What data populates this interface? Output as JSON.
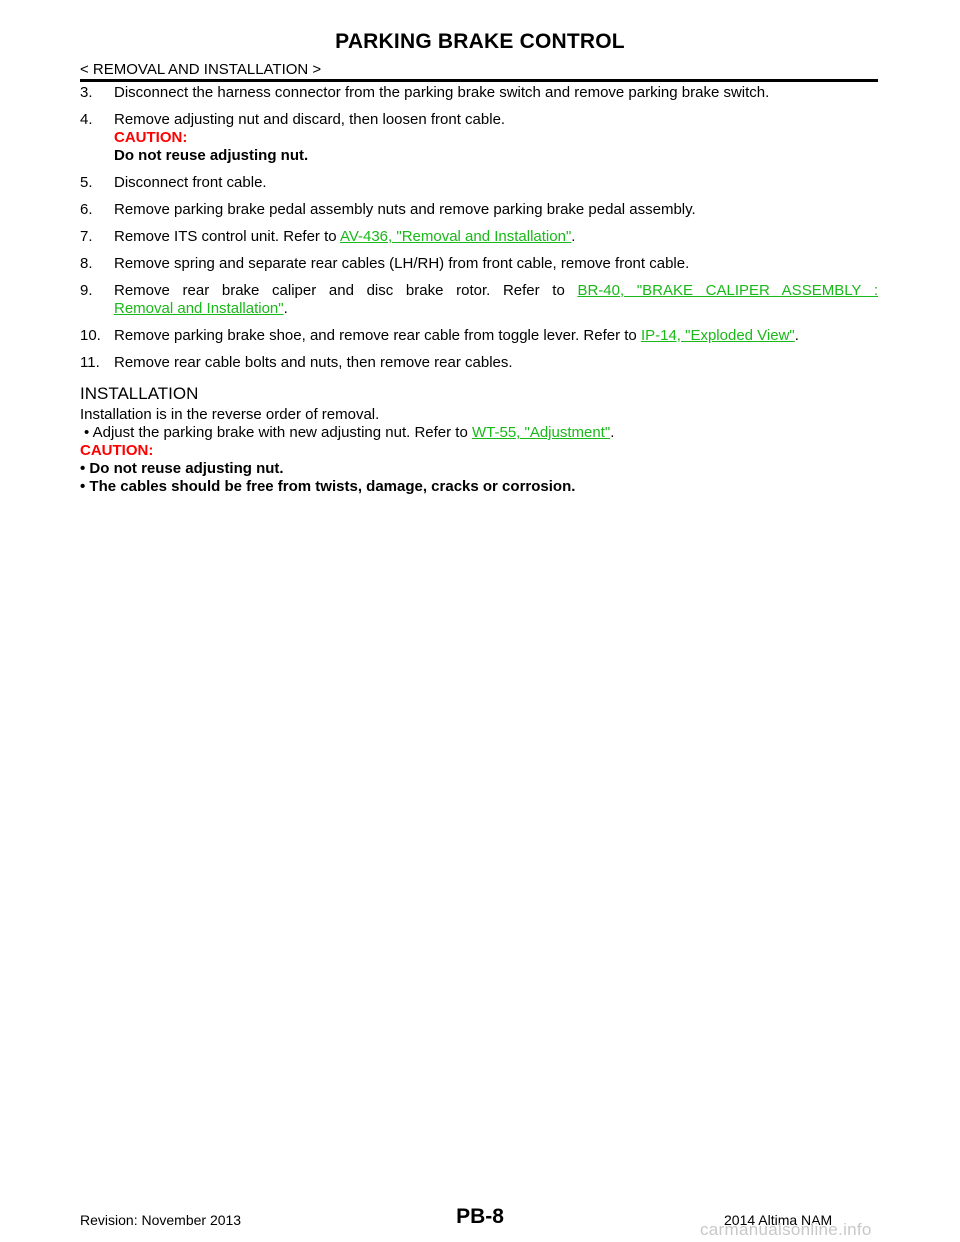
{
  "header": {
    "title": "PARKING BRAKE CONTROL",
    "breadcrumb": "< REMOVAL AND INSTALLATION >"
  },
  "removal_steps": [
    {
      "num": "3.",
      "text": "Disconnect the harness connector from the parking brake switch and remove parking brake switch."
    },
    {
      "num": "4.",
      "text": "Remove adjusting nut and discard, then loosen front cable.",
      "caution_label": "CAUTION:",
      "caution_text": "Do not reuse adjusting nut."
    },
    {
      "num": "5.",
      "text": "Disconnect front cable."
    },
    {
      "num": "6.",
      "text": "Remove parking brake pedal assembly nuts and remove parking brake pedal assembly."
    },
    {
      "num": "7.",
      "text": "Remove ITS control unit. Refer to ",
      "link": "AV-436, \"Removal and Installation\"",
      "after": "."
    },
    {
      "num": "8.",
      "text": "Remove spring and separate rear cables (LH/RH) from front cable, remove front cable."
    },
    {
      "num": "9.",
      "text": "Remove rear brake caliper and disc brake rotor. Refer to ",
      "link_line1": "BR-40, \"BRAKE CALIPER ASSEMBLY :",
      "link_line2": "Removal and Installation\"",
      "after": "."
    },
    {
      "num": "10.",
      "text": "Remove parking brake shoe, and remove rear cable from toggle lever. Refer to ",
      "link": "IP-14, \"Exploded View\"",
      "after": "."
    },
    {
      "num": "11.",
      "text": "Remove rear cable bolts and nuts, then remove rear cables."
    }
  ],
  "installation": {
    "heading": "INSTALLATION",
    "intro": "Installation is in the reverse order of removal.",
    "bullet": "•  Adjust the parking brake with new adjusting nut. Refer to ",
    "bullet_link": "WT-55, \"Adjustment\"",
    "bullet_after": ".",
    "caution_label": "CAUTION:",
    "caution_items": [
      "•  Do not reuse adjusting nut.",
      "•  The cables should be free from twists, damage, cracks or corrosion."
    ]
  },
  "footer": {
    "revision": "Revision: November 2013",
    "page": "PB-8",
    "model": "2014 Altima NAM",
    "watermark": "carmanualsonline.info"
  }
}
